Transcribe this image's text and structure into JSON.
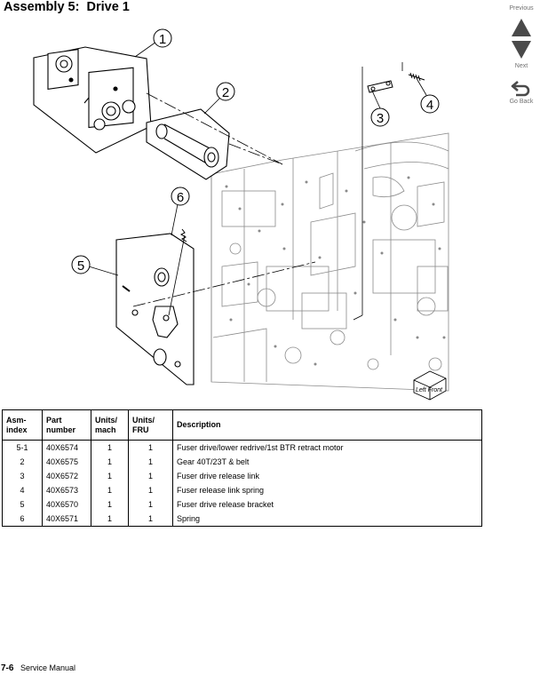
{
  "page": {
    "title": "Assembly 5:  Drive 1",
    "footer_page": "7-6",
    "footer_text": "Service Manual"
  },
  "nav": {
    "previous": "Previous",
    "next": "Next",
    "go_back": "Go Back"
  },
  "diagram": {
    "callouts": [
      "1",
      "2",
      "3",
      "4",
      "5",
      "6"
    ],
    "front_label": "Left Front",
    "colors": {
      "line": "#000000",
      "frame": "#8a8a8a",
      "nav": "#4a4a4a"
    }
  },
  "table": {
    "headers": {
      "asm": [
        "Asm-",
        "index"
      ],
      "part": [
        "Part",
        "number"
      ],
      "mach": [
        "Units/",
        "mach"
      ],
      "fru": [
        "Units/",
        "FRU"
      ],
      "desc": "Description"
    },
    "rows": [
      {
        "index": "5-1",
        "part": "40X6574",
        "mach": "1",
        "fru": "1",
        "desc": "Fuser drive/lower redrive/1st BTR retract motor"
      },
      {
        "index": "2",
        "part": "40X6575",
        "mach": "1",
        "fru": "1",
        "desc": "Gear 40T/23T & belt"
      },
      {
        "index": "3",
        "part": "40X6572",
        "mach": "1",
        "fru": "1",
        "desc": "Fuser drive release link"
      },
      {
        "index": "4",
        "part": "40X6573",
        "mach": "1",
        "fru": "1",
        "desc": "Fuser release link spring"
      },
      {
        "index": "5",
        "part": "40X6570",
        "mach": "1",
        "fru": "1",
        "desc": "Fuser drive release bracket"
      },
      {
        "index": "6",
        "part": "40X6571",
        "mach": "1",
        "fru": "1",
        "desc": "Spring"
      }
    ]
  }
}
